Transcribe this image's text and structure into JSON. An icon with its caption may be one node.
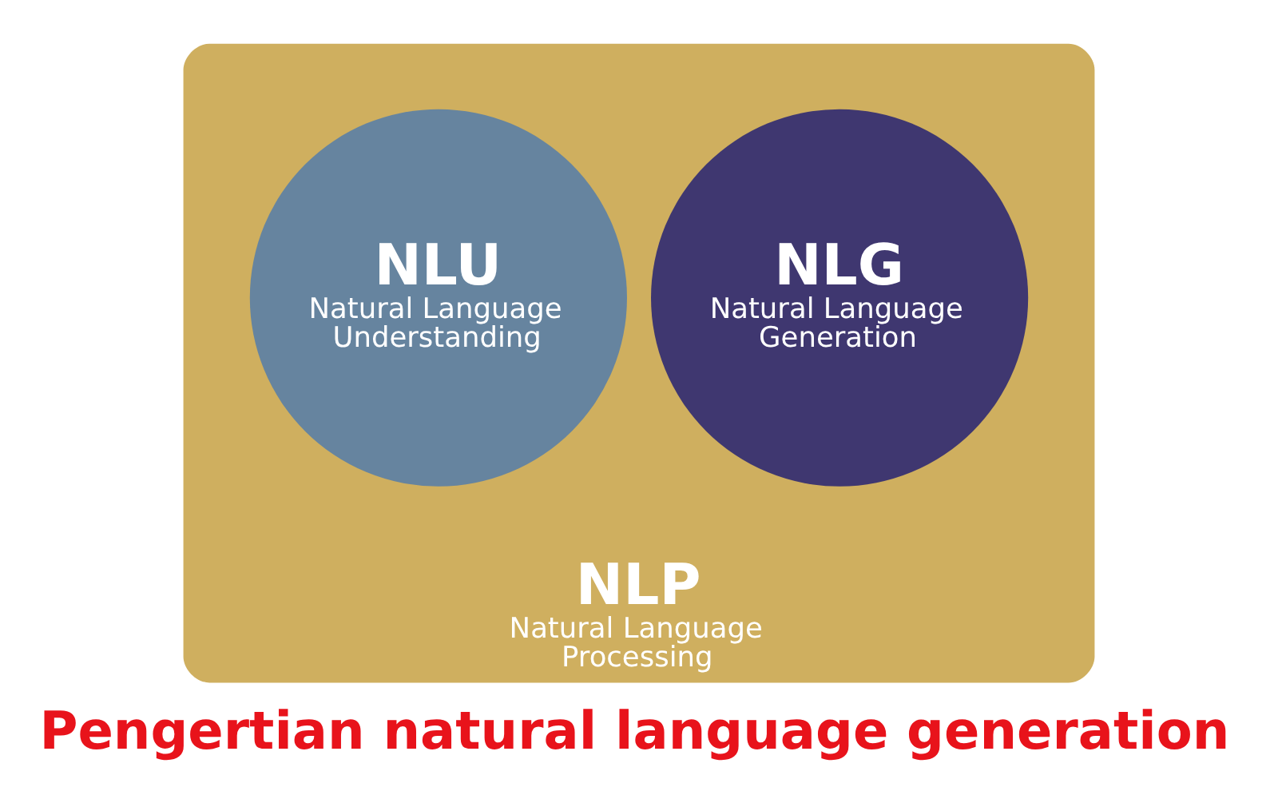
{
  "diagram": {
    "caption": "Pengertian natural language generation",
    "nodes": [
      {
        "text": [
          "NLP",
          "Natural Language Processing"
        ]
      },
      {
        "text": [
          "NLG",
          "Natural Language Generation"
        ],
        "in": 0
      },
      {
        "text": [
          "NLU",
          "Natural Language Understanding"
        ],
        "in": 0
      }
    ],
    "edges": []
  }
}
